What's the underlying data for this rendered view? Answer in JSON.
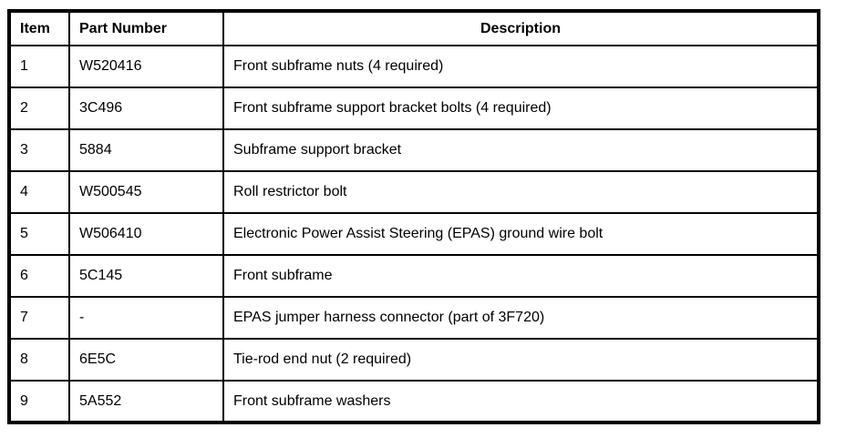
{
  "table": {
    "headers": {
      "item": "Item",
      "part_number": "Part Number",
      "description": "Description"
    },
    "rows": [
      {
        "item": "1",
        "part_number": "W520416",
        "description": "Front subframe nuts (4 required)"
      },
      {
        "item": "2",
        "part_number": "3C496",
        "description": "Front subframe support bracket bolts (4 required)"
      },
      {
        "item": "3",
        "part_number": "5884",
        "description": "Subframe support bracket"
      },
      {
        "item": "4",
        "part_number": "W500545",
        "description": "Roll restrictor bolt"
      },
      {
        "item": "5",
        "part_number": "W506410",
        "description": "Electronic Power Assist Steering (EPAS) ground wire bolt"
      },
      {
        "item": "6",
        "part_number": "5C145",
        "description": "Front subframe"
      },
      {
        "item": "7",
        "part_number": "-",
        "description": "EPAS jumper harness connector (part of 3F720)"
      },
      {
        "item": "8",
        "part_number": "6E5C",
        "description": "Tie-rod end nut (2 required)"
      },
      {
        "item": "9",
        "part_number": "5A552",
        "description": "Front subframe washers"
      }
    ],
    "colors": {
      "border": "#000000",
      "text": "#000000",
      "background": "#ffffff"
    }
  }
}
